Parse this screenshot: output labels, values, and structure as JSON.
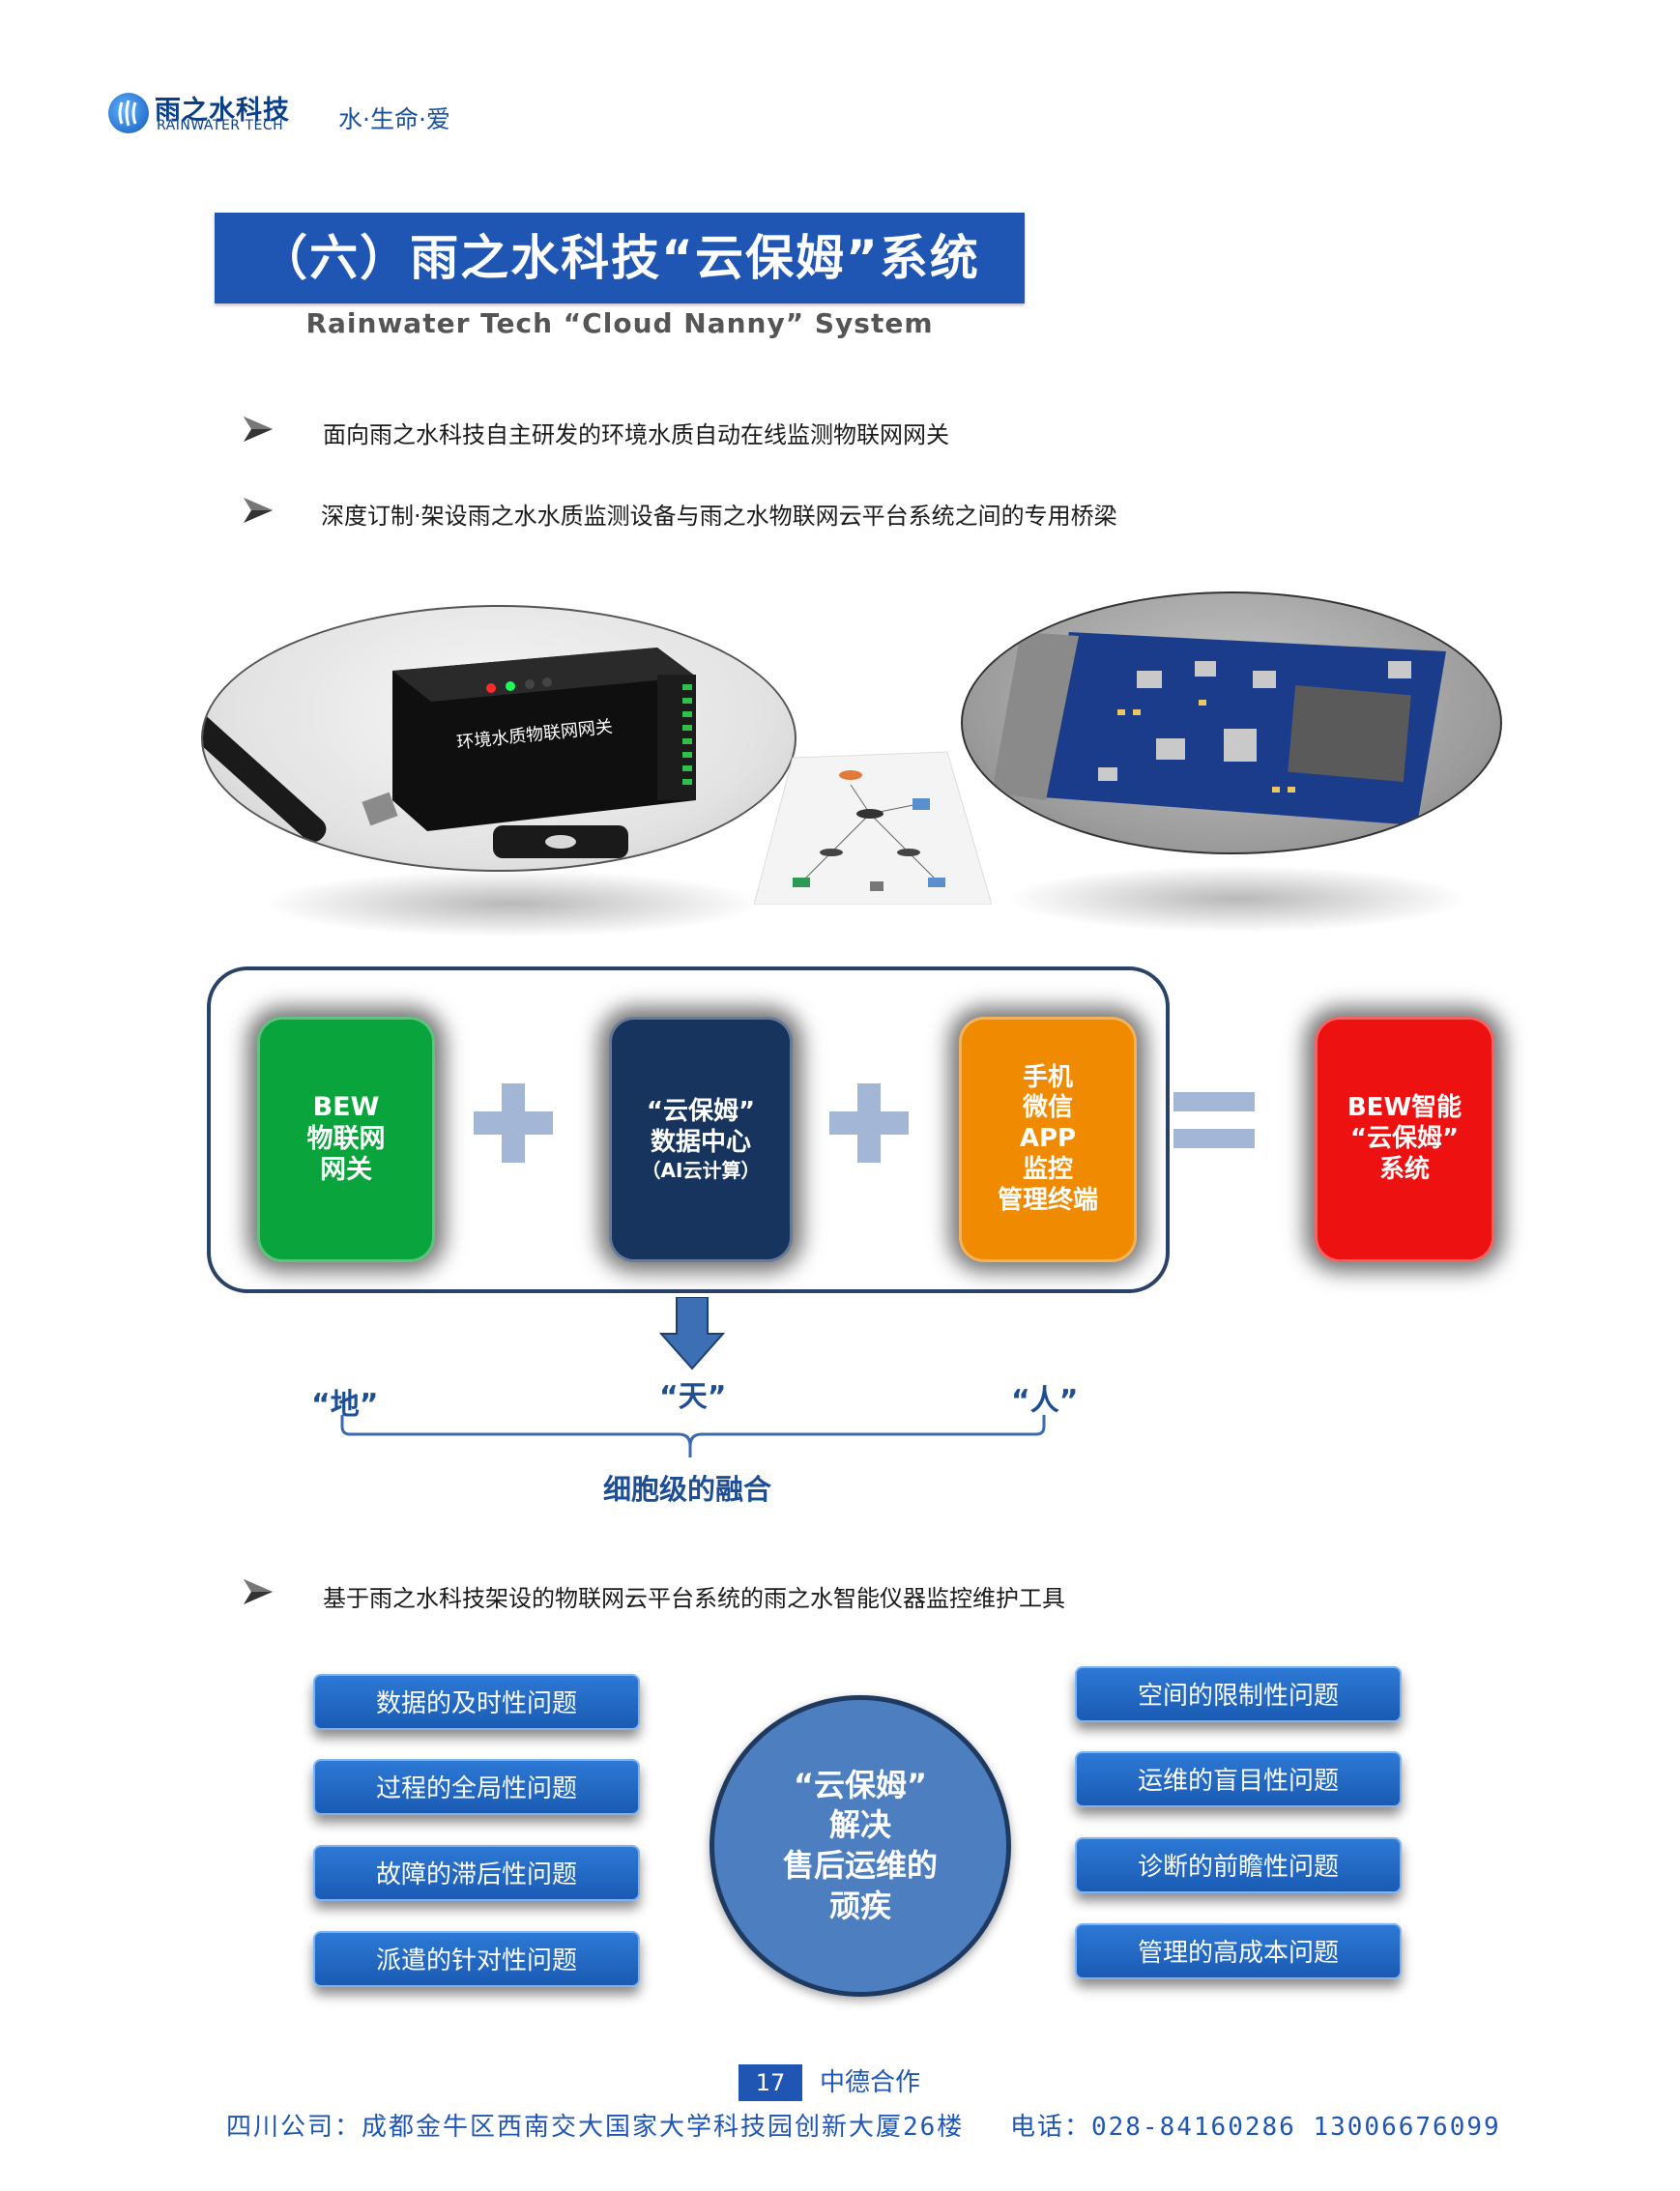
{
  "header": {
    "logo_cn": "雨之水科技",
    "logo_en": "RAINWATER TECH",
    "slogan": "水·生命·爱"
  },
  "title": "（六）雨之水科技“云保姆”系统",
  "subtitle": "Rainwater Tech “Cloud Nanny” System",
  "bullets": [
    "面向雨之水科技自主研发的环境水质自动在线监测物联网网关",
    "深度订制·架设雨之水水质监测设备与雨之水物联网云平台系统之间的专用桥梁",
    "基于雨之水科技架设的物联网云平台系统的雨之水智能仪器监控维护工具"
  ],
  "device_label": "环境水质物联网网关",
  "cards": [
    {
      "lines": [
        "BEW",
        "物联网",
        "网关"
      ],
      "color": "#0aa43c"
    },
    {
      "lines": [
        "“云保姆”",
        "数据中心",
        "（AI云计算）"
      ],
      "color": "#17345e"
    },
    {
      "lines": [
        "手机",
        "微信",
        "APP",
        "监控",
        "管理终端"
      ],
      "color": "#f08a00"
    },
    {
      "lines": [
        "BEW智能",
        "“云保姆”",
        "系统"
      ],
      "color": "#ee1111"
    }
  ],
  "fusion": {
    "earth": "“地”",
    "sky": "“天”",
    "person": "“人”",
    "caption": "细胞级的融合"
  },
  "problems_left": [
    "数据的及时性问题",
    "过程的全局性问题",
    "故障的滞后性问题",
    "派遣的针对性问题"
  ],
  "problems_right": [
    "空间的限制性问题",
    "运维的盲目性问题",
    "诊断的前瞻性问题",
    "管理的高成本问题"
  ],
  "center_circle": [
    "“云保姆”",
    "解决",
    "售后运维的",
    "顽疾"
  ],
  "footer": {
    "page": "17",
    "coop": "中德合作",
    "address": "四川公司：成都金牛区西南交大国家大学科技园创新大厦26楼",
    "phone": "电话：028-84160286  13006676099"
  }
}
